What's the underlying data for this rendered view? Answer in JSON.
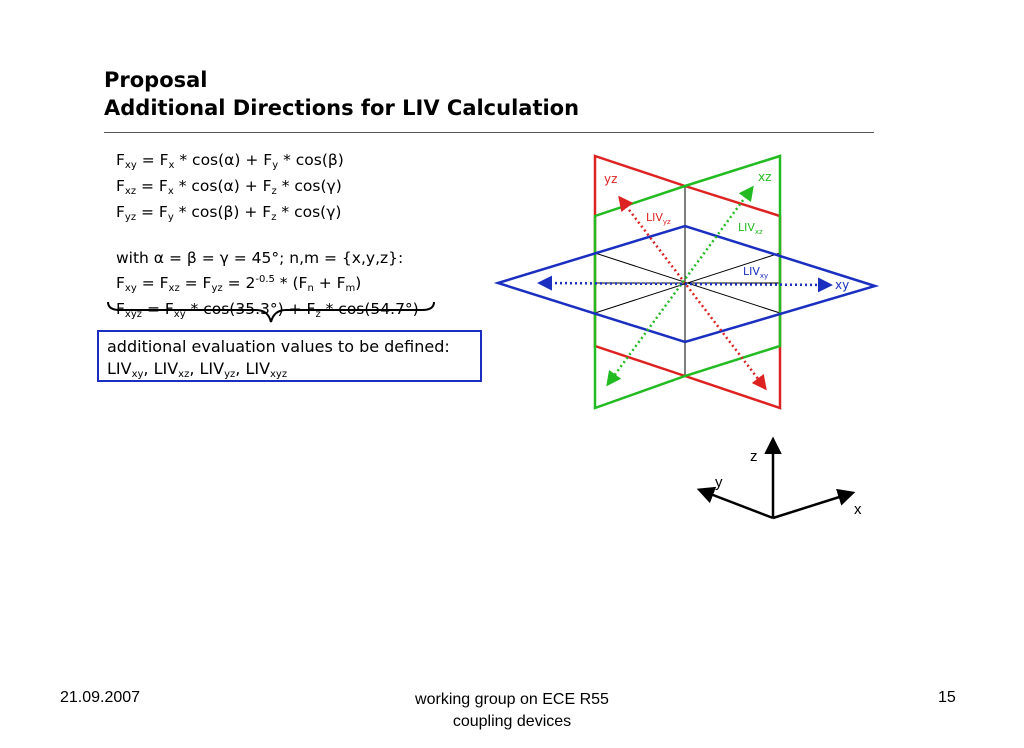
{
  "title": {
    "line1": "Proposal",
    "line2": "Additional Directions for LIV Calculation"
  },
  "formulas": {
    "f1": {
      "a": "F",
      "as": "xy",
      "b": " = F",
      "bs": "x",
      "c": " * cos(α) + F",
      "cs": "y",
      "d": " * cos(β)"
    },
    "f2": {
      "a": "F",
      "as": "xz",
      "b": " = F",
      "bs": "x",
      "c": " * cos(α) + F",
      "cs": "z",
      "d": " * cos(γ)"
    },
    "f3": {
      "a": "F",
      "as": "yz",
      "b": " = F",
      "bs": "y",
      "c": " * cos(β) + F",
      "cs": "z",
      "d": " * cos(γ)"
    },
    "with": "with α = β = γ = 45°; n,m = {x,y,z}:",
    "f4": {
      "a": "F",
      "as": "xy",
      "b": " = F",
      "bs": "xz",
      "c": " = F",
      "cs": "yz",
      "d": " = 2",
      "exp": "-0.5",
      "e": " * (F",
      "es": "n",
      "f": " + F",
      "fs": "m",
      "g": ")"
    },
    "f5": {
      "a": "F",
      "as": "xyz",
      "b": " = F",
      "bs": "xy",
      "c": " * cos(35.3°) + F",
      "cs": "z",
      "d": " * cos(54.7°)"
    }
  },
  "eval_box": {
    "line1": "additional evaluation values to be defined:",
    "items": [
      {
        "base": "LIV",
        "sub": "xy",
        "sep": ", "
      },
      {
        "base": "LIV",
        "sub": "xz",
        "sep": ", "
      },
      {
        "base": "LIV",
        "sub": "yz",
        "sep": ", "
      },
      {
        "base": "LIV",
        "sub": "xyz",
        "sep": ""
      }
    ]
  },
  "diagram": {
    "labels": {
      "yz": "yz",
      "xz": "xz",
      "xy": "xy",
      "liv_yz_base": "LIV",
      "liv_yz_sub": "yz",
      "liv_xz_base": "LIV",
      "liv_xz_sub": "xz",
      "liv_xy_base": "LIV",
      "liv_xy_sub": "xy"
    },
    "colors": {
      "yz_plane": "#dd2222",
      "xz_plane": "#22bb22",
      "xy_plane": "#1a2fbf"
    }
  },
  "axes": {
    "z": "z",
    "y": "y",
    "x": "x"
  },
  "footer": {
    "date": "21.09.2007",
    "center_line1": "working group on ECE R55",
    "center_line2": "coupling devices",
    "page": "15"
  }
}
